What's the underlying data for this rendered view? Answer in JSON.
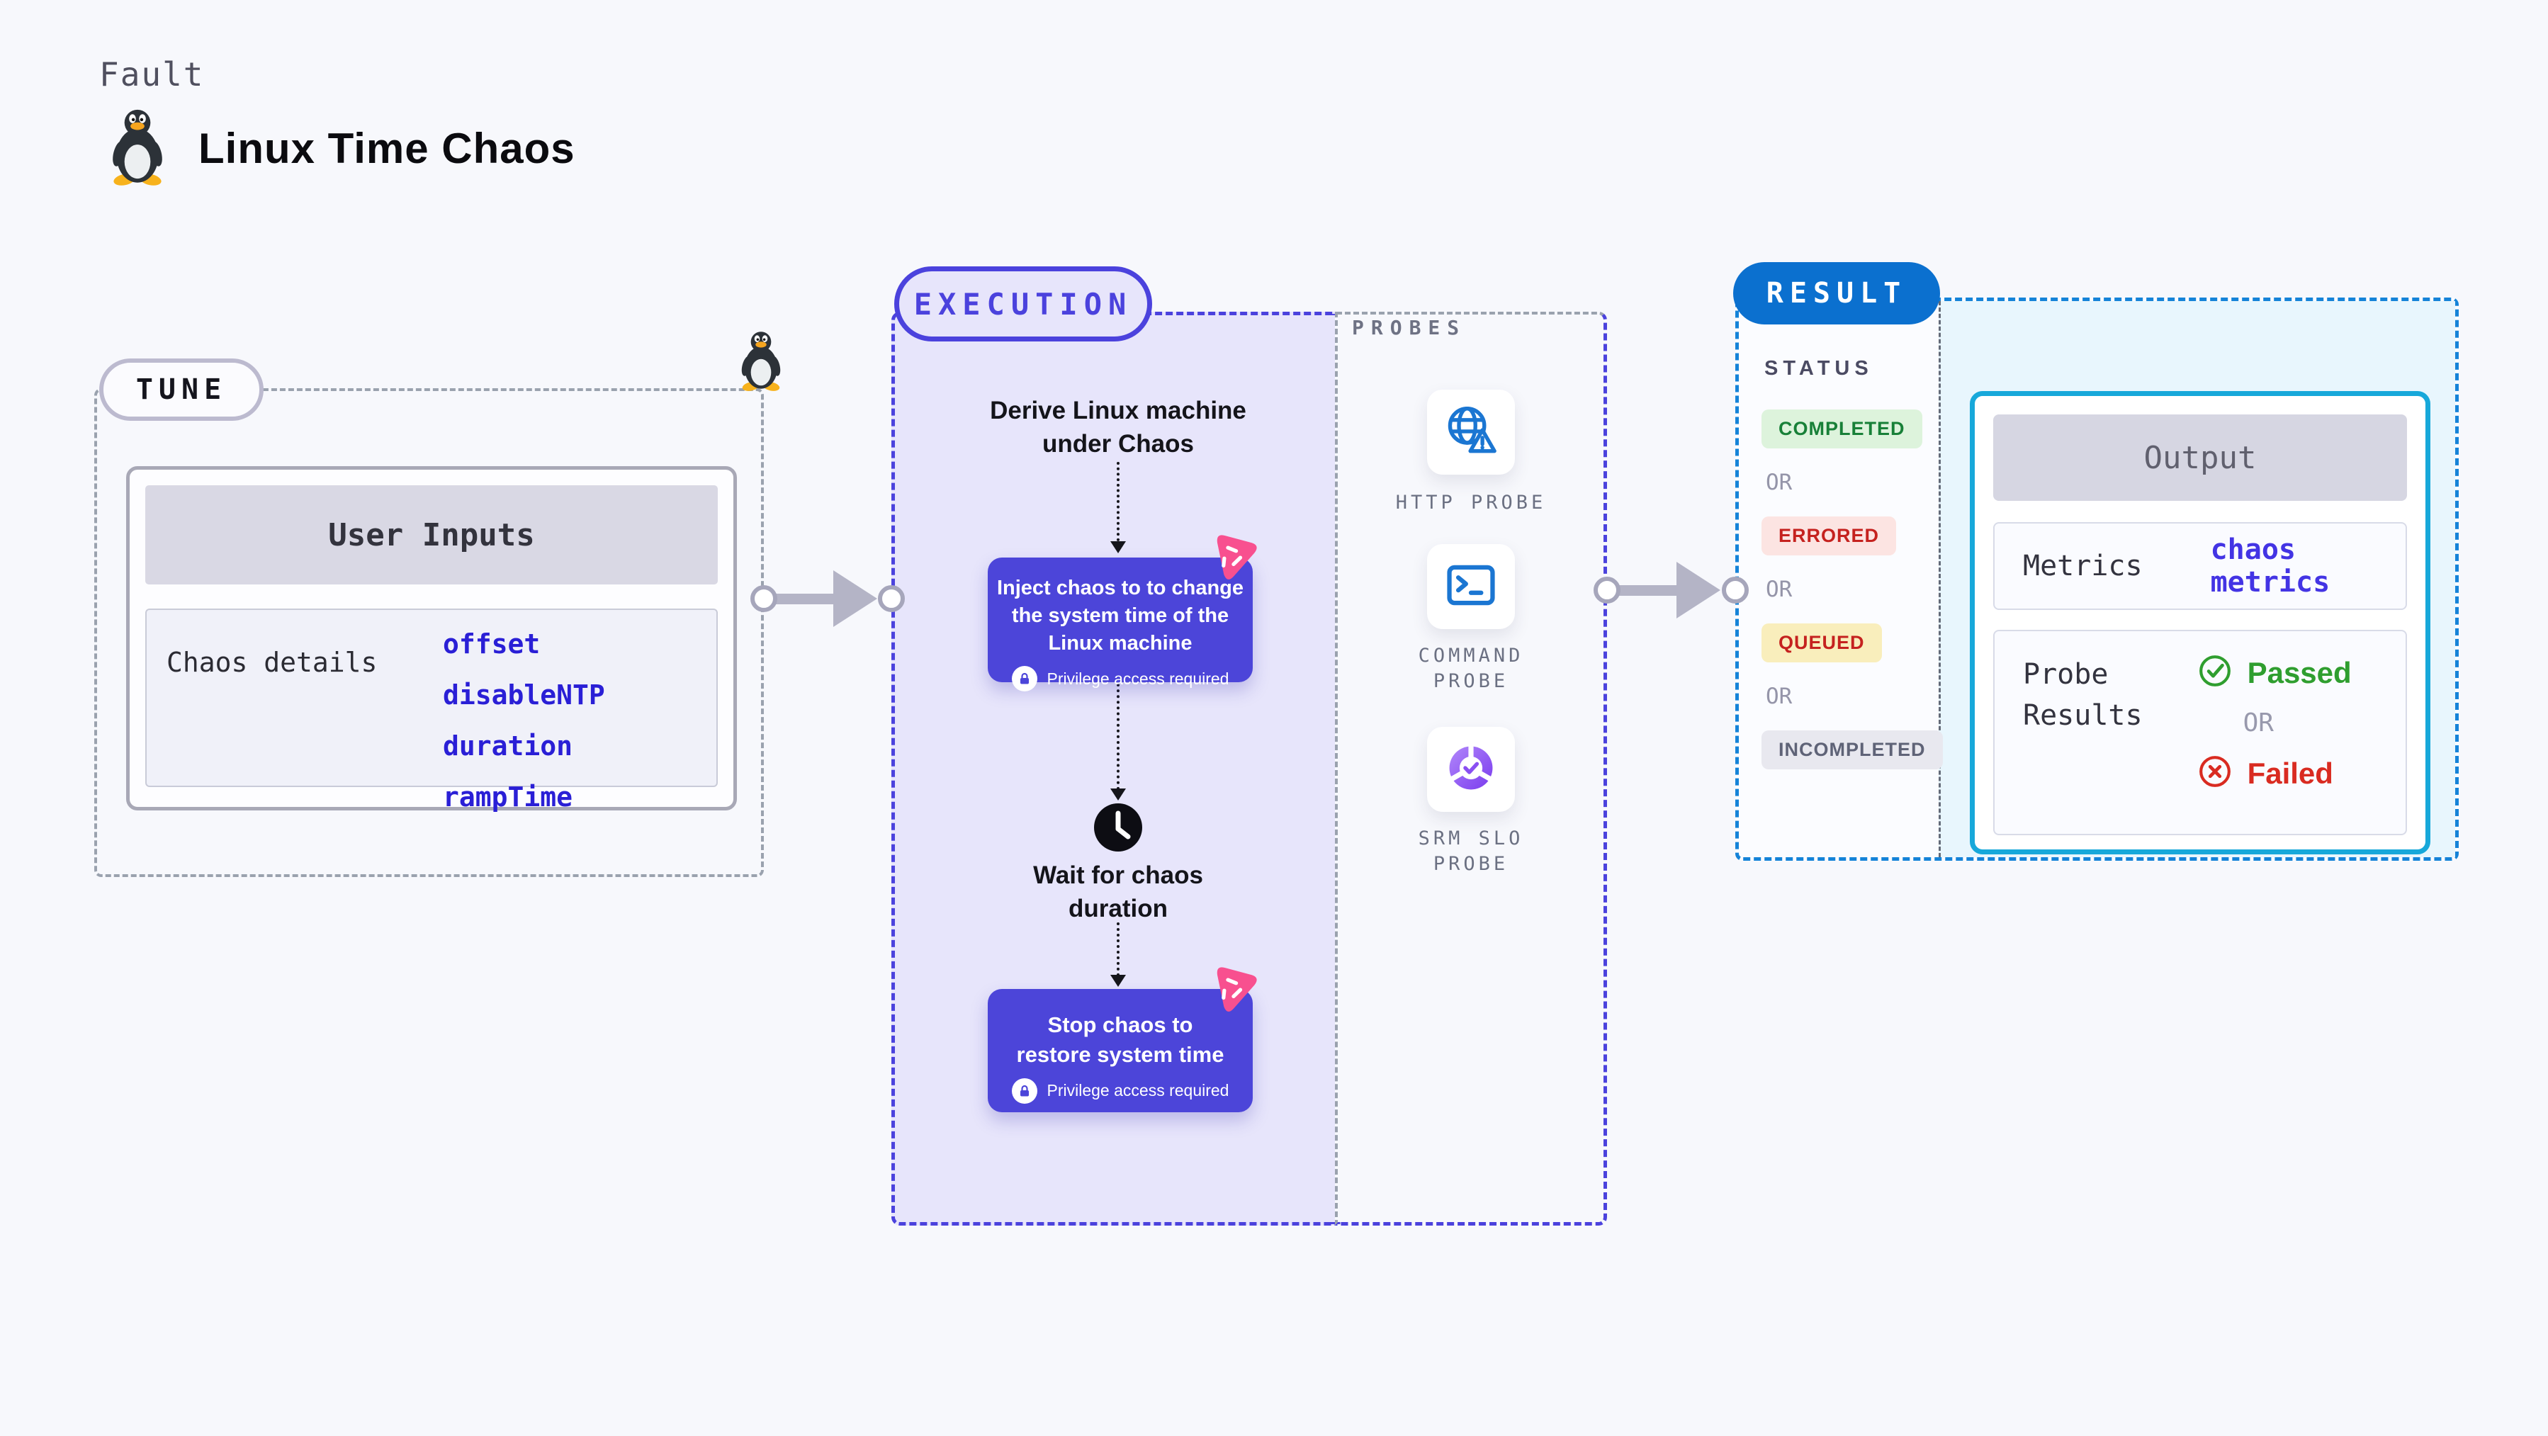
{
  "page": {
    "fault_label": "Fault",
    "title": "Linux Time Chaos"
  },
  "tune": {
    "badge": "TUNE",
    "user_inputs_header": "User Inputs",
    "chaos_details_label": "Chaos details",
    "params": [
      "offset",
      "disableNTP",
      "duration",
      "rampTime"
    ]
  },
  "execution": {
    "badge": "EXECUTION",
    "derive_lines": [
      "Derive Linux machine",
      "under Chaos"
    ],
    "inject_lines": [
      "Inject chaos to to change",
      "the system time of the",
      "Linux machine"
    ],
    "privilege_label": "Privilege access required",
    "wait_lines": [
      "Wait for chaos",
      "duration"
    ],
    "stop_lines": [
      "Stop chaos to",
      "restore system time"
    ]
  },
  "probes": {
    "heading": "PROBES",
    "items": [
      {
        "icon": "globe-alert-icon",
        "lines": [
          "HTTP PROBE"
        ]
      },
      {
        "icon": "terminal-icon",
        "lines": [
          "COMMAND",
          "PROBE"
        ]
      },
      {
        "icon": "slo-donut-icon",
        "lines": [
          "SRM SLO",
          "PROBE"
        ]
      }
    ]
  },
  "result": {
    "badge": "RESULT",
    "status_heading": "STATUS",
    "or_label": "OR",
    "statuses": [
      {
        "label": "COMPLETED",
        "tone": "green"
      },
      {
        "label": "ERRORED",
        "tone": "red"
      },
      {
        "label": "QUEUED",
        "tone": "yellow"
      },
      {
        "label": "INCOMPLETED",
        "tone": "gray"
      }
    ],
    "output": {
      "header": "Output",
      "metrics_label": "Metrics",
      "metrics_value": "chaos metrics",
      "probe_results_lines": [
        "Probe",
        "Results"
      ],
      "passed_label": "Passed",
      "failed_label": "Failed"
    }
  },
  "colors": {
    "accent_indigo": "#4b42dd",
    "node_purple": "#4c45d9",
    "result_blue": "#0b70cf",
    "output_border": "#17a8da",
    "passed_green": "#2f9e2f",
    "failed_red": "#d92b21",
    "logo_pink": "#f8508f"
  }
}
